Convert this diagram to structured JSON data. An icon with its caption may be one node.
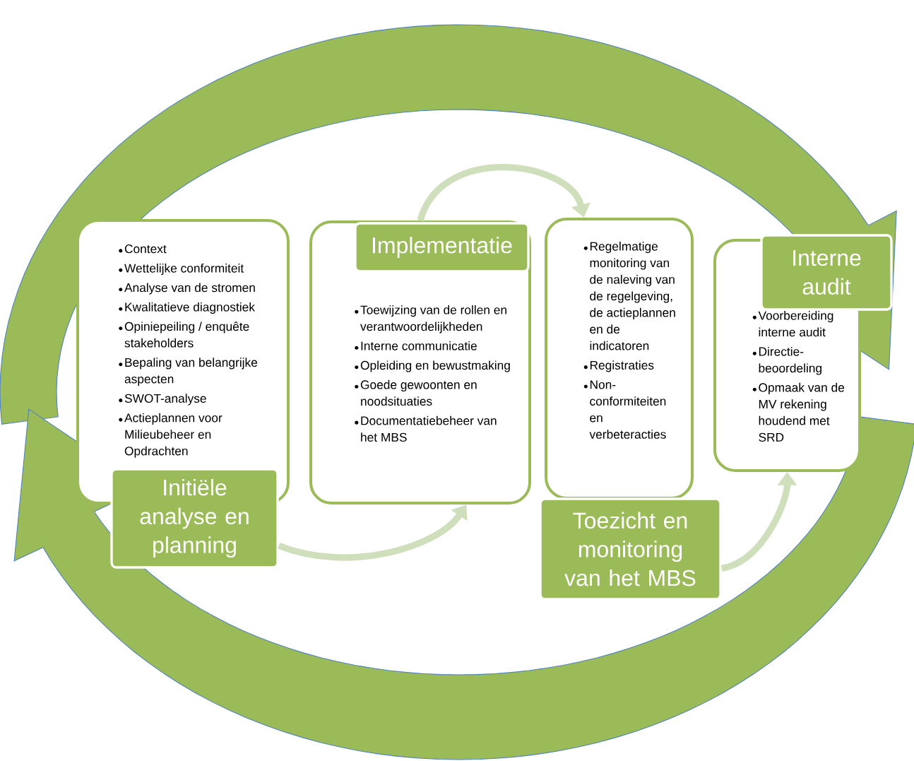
{
  "diagram": {
    "nodes": [
      {
        "text": [
          "Context",
          "Wettelijke conformiteit",
          "Analyse van de stromen",
          "Kwalitatieve diagnostiek",
          "Opiniepeiling / enquête stakeholders",
          "Bepaling van belangrijke aspecten",
          "SWOT-analyse",
          "Actieplannen voor Milieubeheer en Opdrachten"
        ]
      },
      {
        "text": [
          "Initiële analyse en planning"
        ]
      },
      {
        "text": [
          "Toewijzing van de rollen en verantwoordelijkheden",
          "Interne communicatie",
          "Opleiding en bewustmaking",
          "Goede gewoonten en noodsituaties",
          "Documentatiebeheer van het MBS"
        ]
      },
      {
        "text": [
          "Implementatie"
        ],
        "in": 2
      },
      {
        "text": [
          "Regelmatige monitoring van de naleving van de regelgeving, de actieplannen en de indicatoren",
          "Registraties",
          "Non-conformiteiten en verbeteracties"
        ]
      },
      {
        "text": [
          "Toezicht en monitoring van het MBS"
        ]
      },
      {
        "text": [
          "Voorbereiding interne audit",
          "Directie-beoordeling",
          "Opmaak van de MV rekening houdend met SRD"
        ]
      },
      {
        "text": [
          "Interne audit"
        ]
      }
    ],
    "edges": [
      {
        "from": 1,
        "to": 2,
        "arrow": "to"
      },
      {
        "from": 2,
        "to": 4,
        "arrow": "to"
      },
      {
        "from": 5,
        "to": 6,
        "arrow": "to"
      }
    ]
  }
}
